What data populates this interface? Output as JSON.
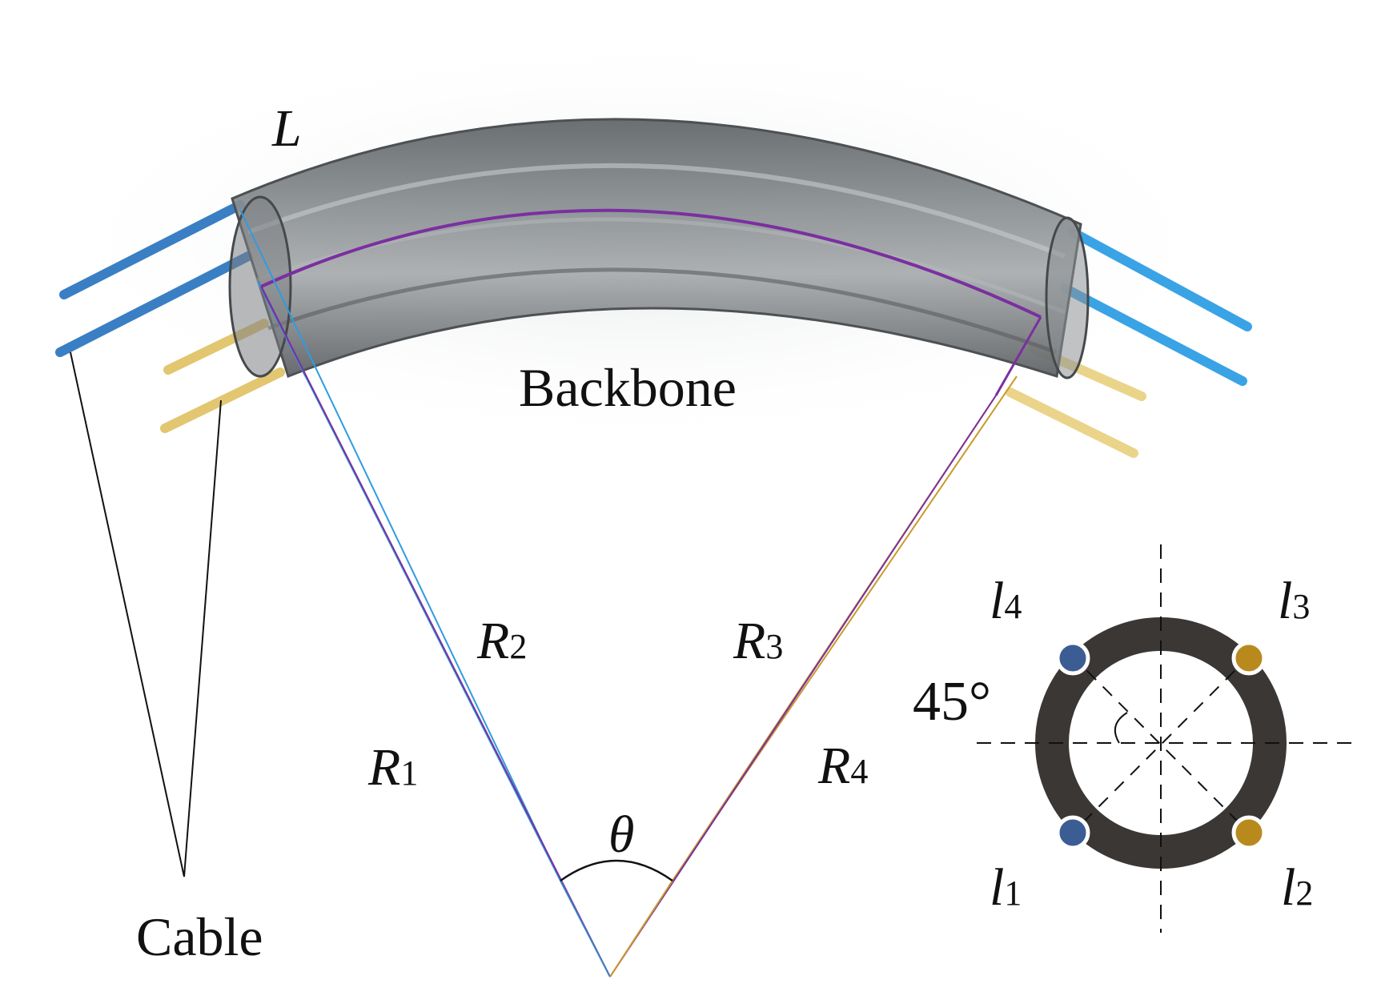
{
  "labels": {
    "L": "L",
    "backbone": "Backbone",
    "cable": "Cable",
    "theta": "θ",
    "angle": "45°",
    "R1": {
      "main": "R",
      "sub": "1"
    },
    "R2": {
      "main": "R",
      "sub": "2"
    },
    "R3": {
      "main": "R",
      "sub": "3"
    },
    "R4": {
      "main": "R",
      "sub": "4"
    },
    "l1": {
      "main": "l",
      "sub": "1"
    },
    "l2": {
      "main": "l",
      "sub": "2"
    },
    "l3": {
      "main": "l",
      "sub": "3"
    },
    "l4": {
      "main": "l",
      "sub": "4"
    }
  },
  "colors": {
    "tube": "#6f7376",
    "backbone_line": "#7b2fa0",
    "cable_blue": "#2f9be0",
    "cable_blue_dark": "#2f6fb4",
    "cable_gold": "#e0c060",
    "cable_gold_line": "#c99a2a",
    "ring": "#3a3735",
    "hole_blue": "#3b5d93",
    "hole_gold": "#b88a1e"
  }
}
